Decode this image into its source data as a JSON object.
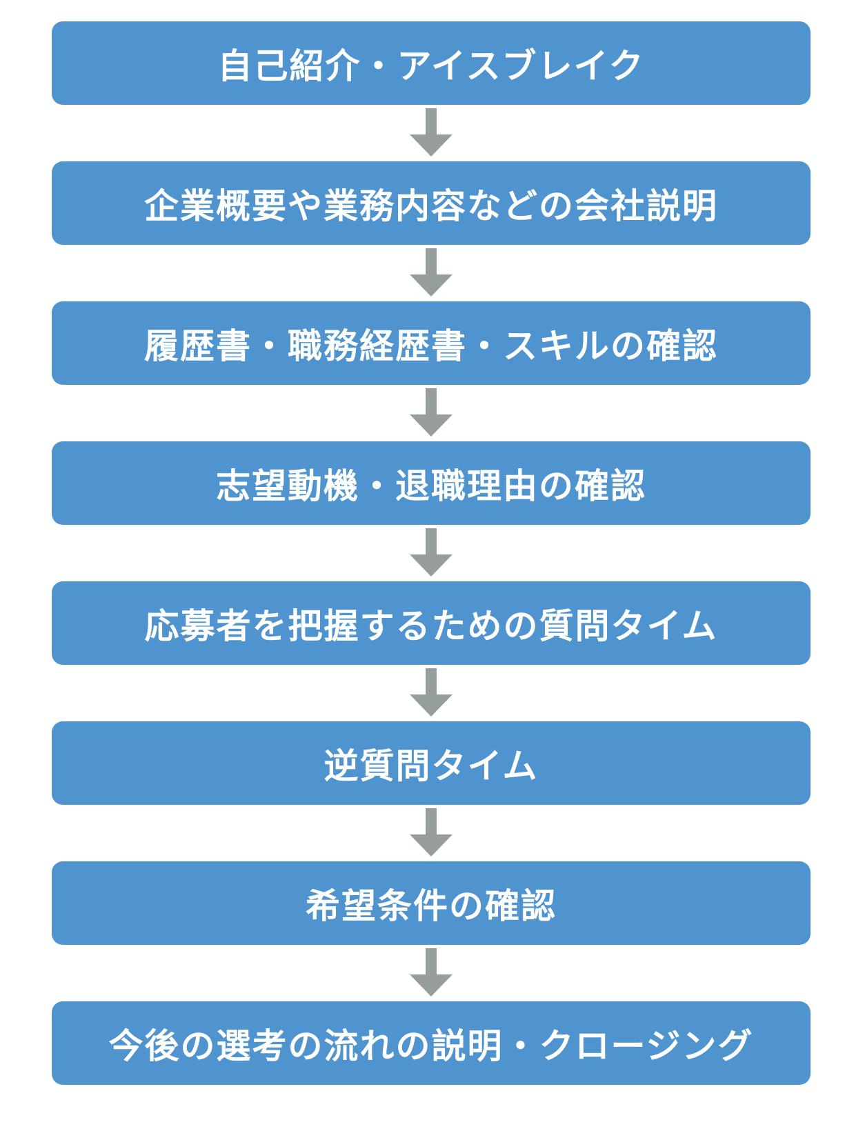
{
  "colors": {
    "box": "#4f94cf",
    "box_text": "#ffffff",
    "arrow": "#959d9d",
    "background": "#ffffff"
  },
  "steps": [
    {
      "label": "自己紹介・アイスブレイク"
    },
    {
      "label": "企業概要や業務内容などの会社説明"
    },
    {
      "label": "履歴書・職務経歴書・スキルの確認"
    },
    {
      "label": "志望動機・退職理由の確認"
    },
    {
      "label": "応募者を把握するための質問タイム"
    },
    {
      "label": "逆質問タイム"
    },
    {
      "label": "希望条件の確認"
    },
    {
      "label": "今後の選考の流れの説明・クロージング"
    }
  ],
  "arrow_icon": "arrow-down-icon"
}
